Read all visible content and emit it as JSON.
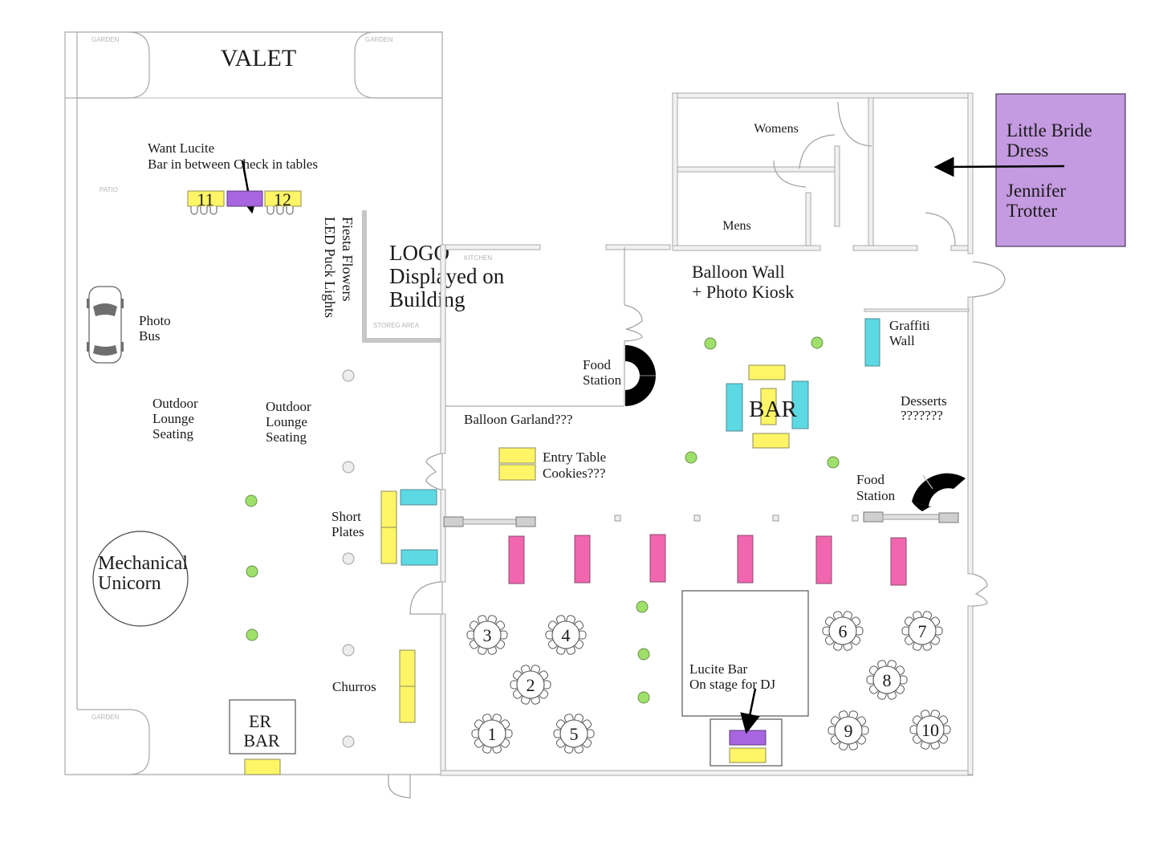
{
  "floorplan": {
    "valet": "VALET",
    "garden": "GARDEN",
    "patio": "PATIO",
    "kitchen": "KITCHEN",
    "storage": "STOREG AREA",
    "lucite_note": [
      "Want Lucite",
      "Bar in between Check in tables"
    ],
    "checkin_tables": [
      "11",
      "12"
    ],
    "fiesta": [
      "Fiesta Flowers",
      "LED Puck Lights"
    ],
    "logo": [
      "LOGO",
      "Displayed on",
      "Building"
    ],
    "photo_bus": [
      "Photo",
      "Bus"
    ],
    "lounge_1": [
      "Outdoor",
      "Lounge",
      "Seating"
    ],
    "lounge_2": [
      "Outdoor",
      "Lounge",
      "Seating"
    ],
    "unicorn": [
      "Mechanical",
      "Unicorn"
    ],
    "short_plates": [
      "Short",
      "Plates"
    ],
    "churros": "Churros",
    "er_bar": [
      "ER",
      "BAR"
    ],
    "womens": "Womens",
    "mens": "Mens",
    "balloon_wall": [
      "Balloon Wall",
      "+ Photo Kiosk"
    ],
    "graffiti": [
      "Graffiti",
      "Wall"
    ],
    "food_station_1": [
      "Food",
      "Station"
    ],
    "food_station_2": [
      "Food",
      "Station"
    ],
    "bar": "BAR",
    "desserts": [
      "Desserts",
      "???????"
    ],
    "balloon_garland": "Balloon Garland???",
    "entry_table": [
      "Entry Table",
      "Cookies???"
    ],
    "lucite_stage": [
      "Lucite Bar",
      "On stage for DJ"
    ],
    "round_tables": [
      "1",
      "2",
      "3",
      "4",
      "5",
      "6",
      "7",
      "8",
      "9",
      "10"
    ]
  },
  "callout": {
    "line1": "Little Bride",
    "line2": "Dress",
    "line3": "Jennifer",
    "line4": "Trotter",
    "color": "#c49ae0"
  },
  "colors": {
    "yellow": "#fff566",
    "cyan": "#5dd9e3",
    "pink": "#f266b0",
    "purple": "#a865e0",
    "green": "#9ee06a"
  }
}
